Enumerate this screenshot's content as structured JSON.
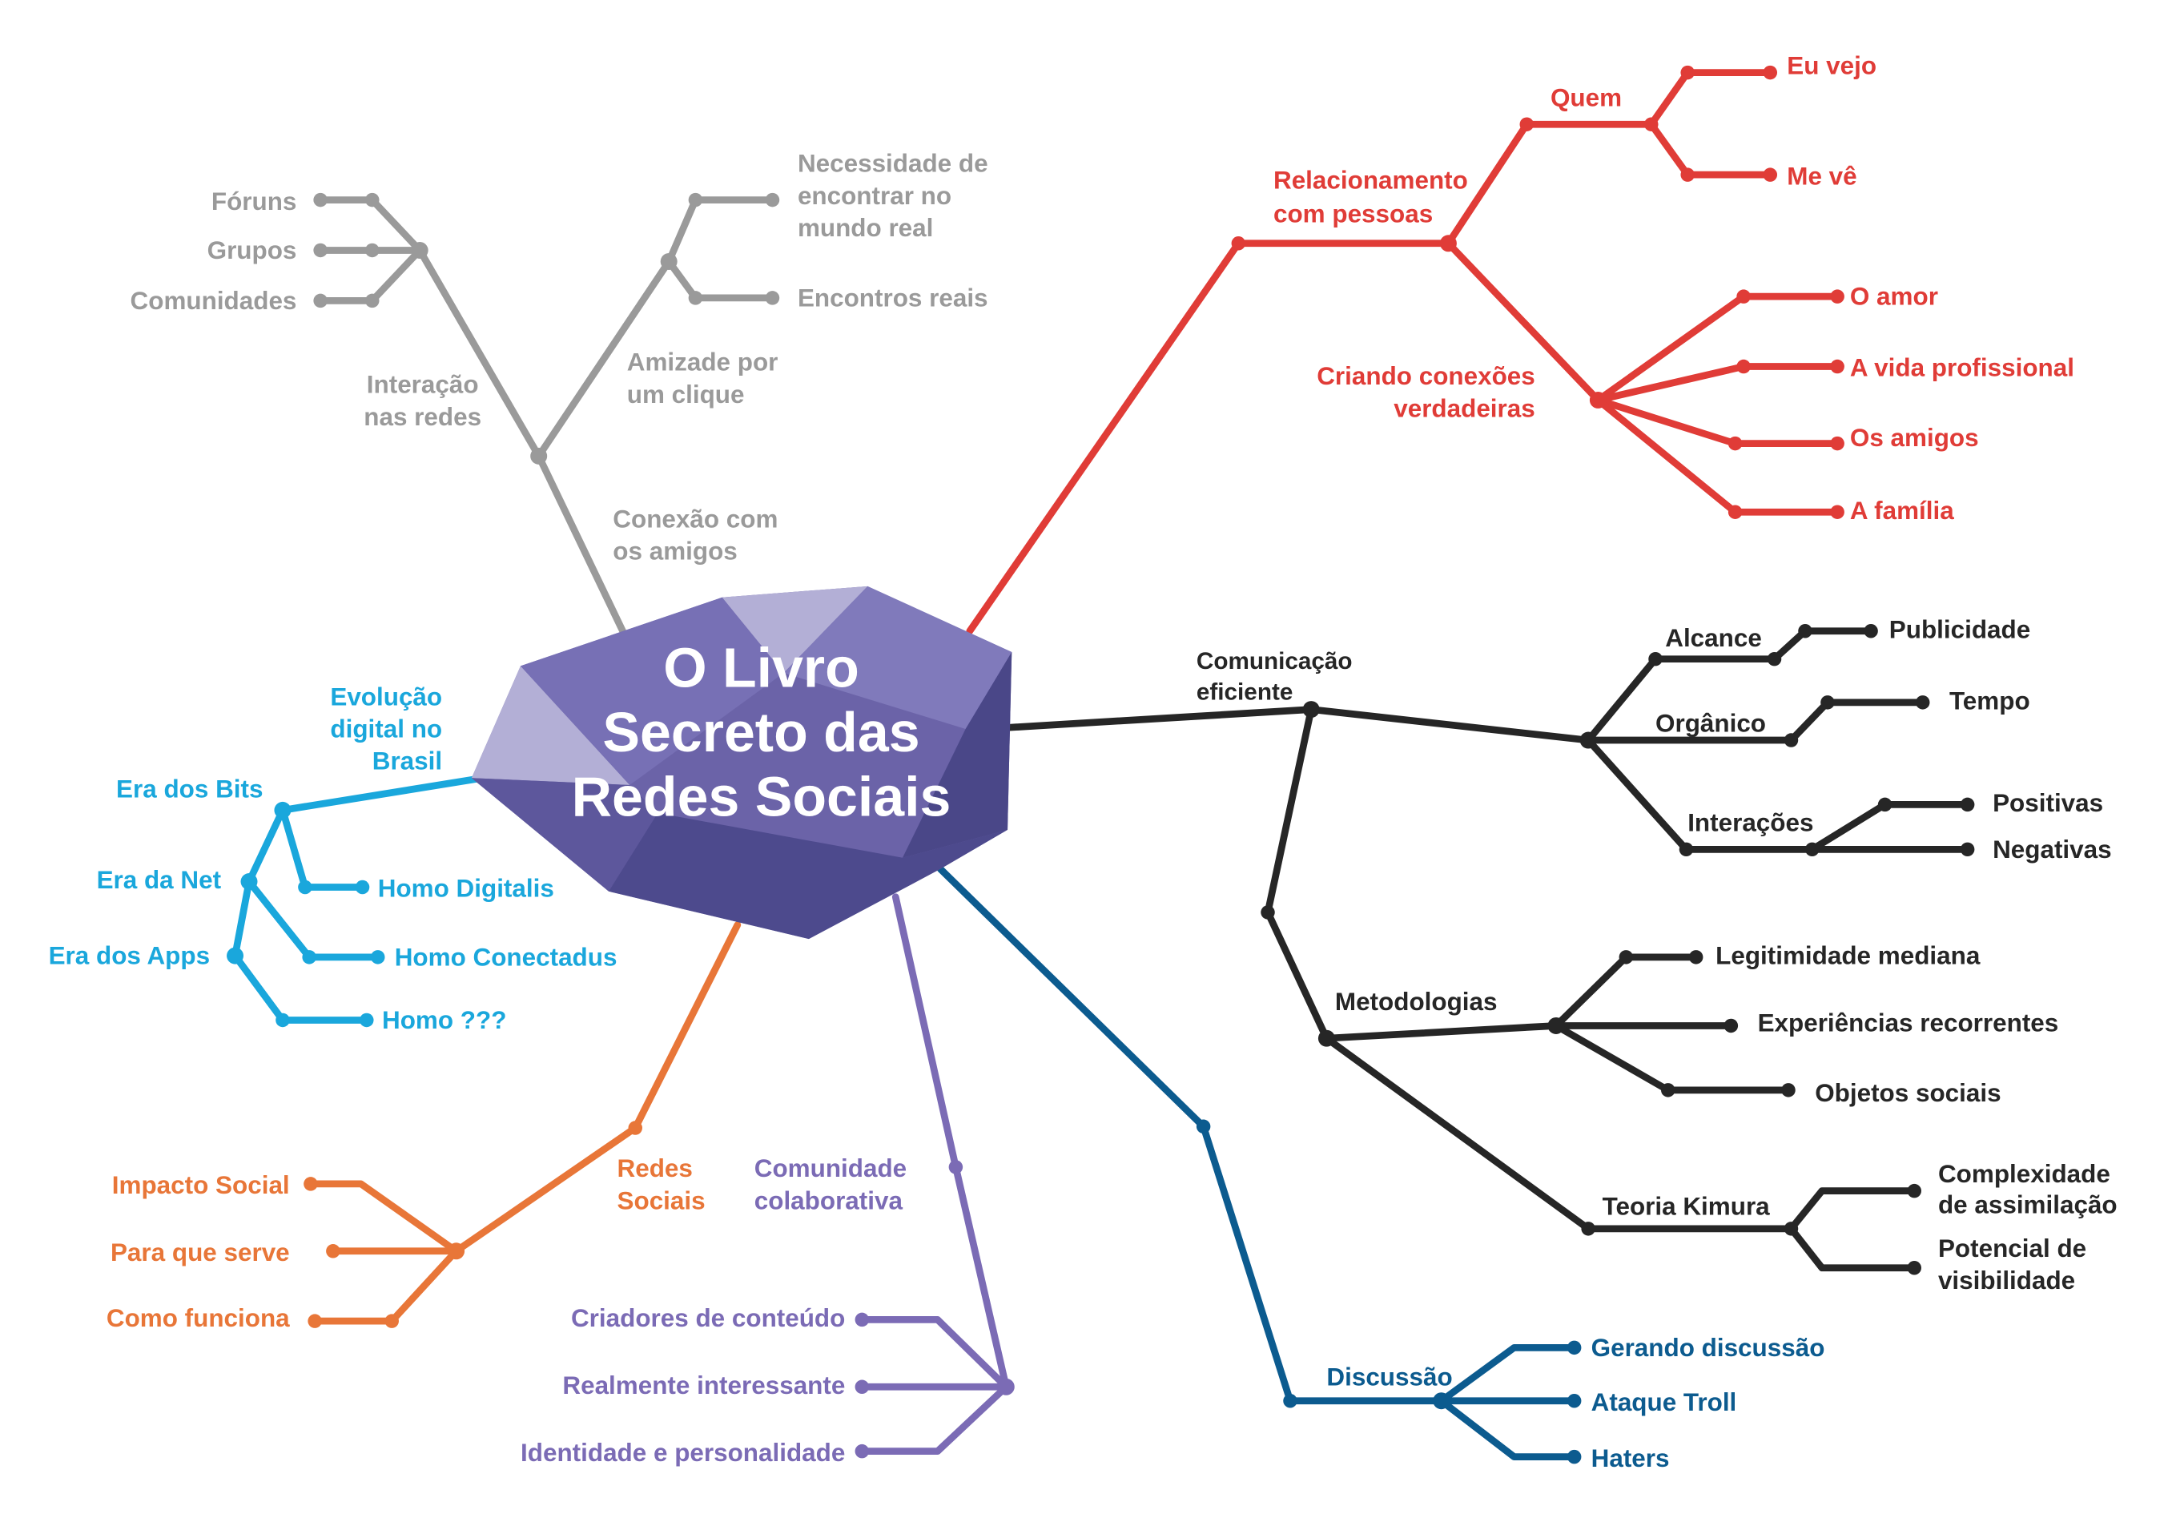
{
  "title": {
    "line1": "O Livro",
    "line2": "Secreto das",
    "line3": "Redes Sociais"
  },
  "colors": {
    "gray": "#9a9a9a",
    "red": "#e03c37",
    "black": "#262626",
    "blue": "#0c5b8f",
    "purple": "#7b6bb5",
    "orange": "#e87638",
    "cyan": "#1aa7dc",
    "hub_dark": "#4d4a8d",
    "hub_mid": "#6b63a8",
    "hub_light": "#b3afd6"
  },
  "gray": {
    "interacao": "Interação",
    "interacao2": "nas redes",
    "foruns": "Fóruns",
    "grupos": "Grupos",
    "comunidades": "Comunidades",
    "amizade": "Amizade por",
    "amizade2": "um clique",
    "necessidade1": "Necessidade de",
    "necessidade2": "encontrar no",
    "necessidade3": "mundo real",
    "encontros": "Encontros reais",
    "conexao1": "Conexão com",
    "conexao2": "os amigos"
  },
  "red": {
    "relacionamento1": "Relacionamento",
    "relacionamento2": "com pessoas",
    "quem": "Quem",
    "eu_vejo": "Eu vejo",
    "me_ve": "Me vê",
    "criando1": "Criando conexões",
    "criando2": "verdadeiras",
    "amor": "O amor",
    "vida": "A vida profissional",
    "amigos": "Os amigos",
    "familia": "A família"
  },
  "black": {
    "comunicacao1": "Comunicação",
    "comunicacao2": "eficiente",
    "alcance": "Alcance",
    "publicidade": "Publicidade",
    "organico": "Orgânico",
    "tempo": "Tempo",
    "interacoes": "Interações",
    "positivas": "Positivas",
    "negativas": "Negativas",
    "metodologias": "Metodologias",
    "legitimidade": "Legitimidade mediana",
    "experiencias": "Experiências recorrentes",
    "objetos": "Objetos sociais",
    "kimura": "Teoria Kimura",
    "complexidade1": "Complexidade",
    "complexidade2": "de assimilação",
    "potencial1": "Potencial de",
    "potencial2": "visibilidade"
  },
  "blue": {
    "discussao": "Discussão",
    "gerando": "Gerando discussão",
    "troll": "Ataque Troll",
    "haters": "Haters"
  },
  "purple": {
    "comunidade1": "Comunidade",
    "comunidade2": "colaborativa",
    "criadores": "Criadores de conteúdo",
    "interessante": "Realmente interessante",
    "identidade": "Identidade e personalidade"
  },
  "orange": {
    "redes1": "Redes",
    "redes2": "Sociais",
    "impacto": "Impacto Social",
    "para_que": "Para que serve",
    "como": "Como funciona"
  },
  "cyan": {
    "evolucao1": "Evolução",
    "evolucao2": "digital no",
    "evolucao3": "Brasil",
    "bits": "Era dos Bits",
    "net": "Era da Net",
    "apps": "Era dos Apps",
    "digitalis": "Homo Digitalis",
    "conectadus": "Homo Conectadus",
    "homo_q": "Homo ???"
  }
}
